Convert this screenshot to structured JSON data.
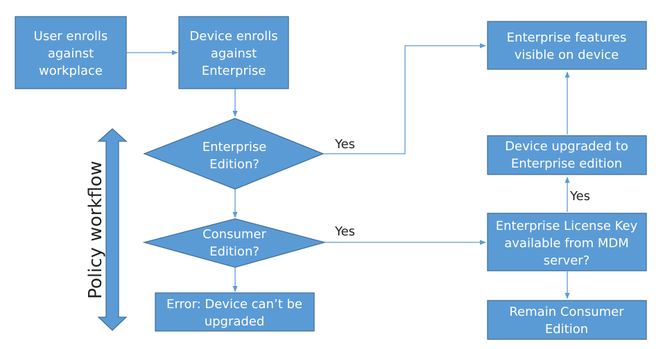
{
  "colors": {
    "node_fill": "#5b9bd5",
    "node_stroke": "#41719c",
    "connector": "#5b9bd5",
    "text_on_node": "#ffffff",
    "edge_text": "#222222"
  },
  "nodes": {
    "user_enrolls": [
      "User enrolls",
      "against",
      "workplace"
    ],
    "device_enrolls": [
      "Device enrolls",
      "against",
      "Enterprise"
    ],
    "enterprise_edition_q": [
      "Enterprise",
      "Edition?"
    ],
    "consumer_edition_q": [
      "Consumer",
      "Edition?"
    ],
    "error": [
      "Error:  Device can’t be",
      "upgraded"
    ],
    "enterprise_features": [
      "Enterprise features",
      "visible on device"
    ],
    "device_upgraded": [
      "Device upgraded to",
      "Enterprise edition"
    ],
    "license_key_q": [
      "Enterprise License Key",
      "available from MDM",
      "server?"
    ],
    "remain_consumer": [
      "Remain Consumer",
      "Edition"
    ]
  },
  "edges": {
    "enterprise_yes": "Yes",
    "consumer_yes": "Yes",
    "license_yes": "Yes"
  },
  "side_label": "Policy workflow"
}
